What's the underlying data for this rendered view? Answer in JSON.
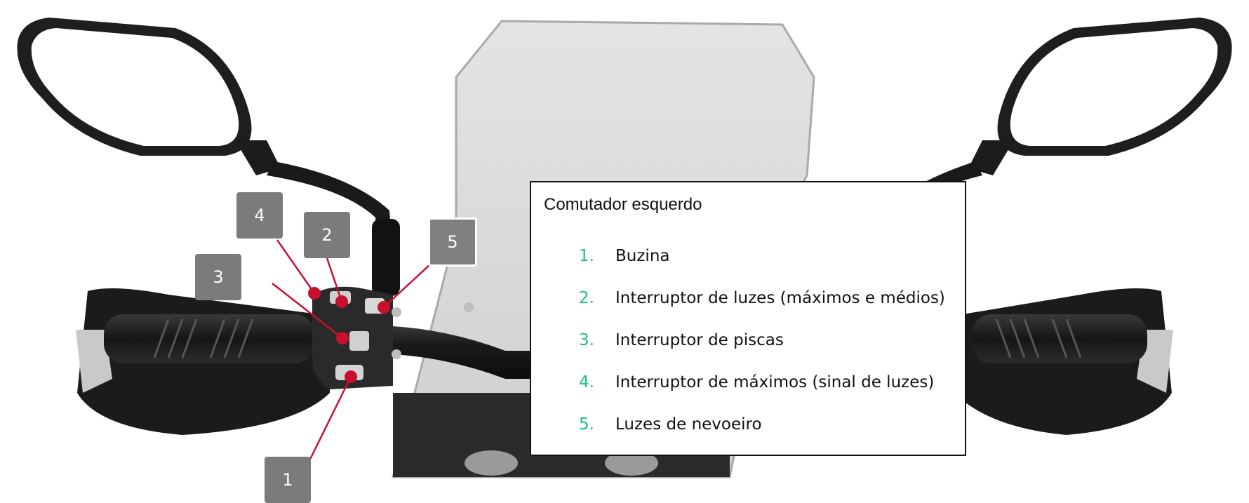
{
  "legend": {
    "title": "Comutador esquerdo",
    "items": [
      {
        "num": "1.",
        "label": "Buzina"
      },
      {
        "num": "2.",
        "label": "Interruptor de luzes (máximos e médios)"
      },
      {
        "num": "3.",
        "label": "Interruptor de piscas"
      },
      {
        "num": "4.",
        "label": "Interruptor de máximos (sinal de luzes)"
      },
      {
        "num": "5.",
        "label": "Luzes de nevoeiro"
      }
    ]
  },
  "callouts": [
    "1",
    "2",
    "3",
    "4",
    "5"
  ],
  "colors": {
    "accent_number": "#19c27a",
    "callout_box": "#7b7b7b",
    "leader_line": "#c8102e",
    "marker_dot": "#c8102e"
  },
  "icons": [
    "horn-icon",
    "headlight-icon",
    "turn-signal-icon"
  ]
}
